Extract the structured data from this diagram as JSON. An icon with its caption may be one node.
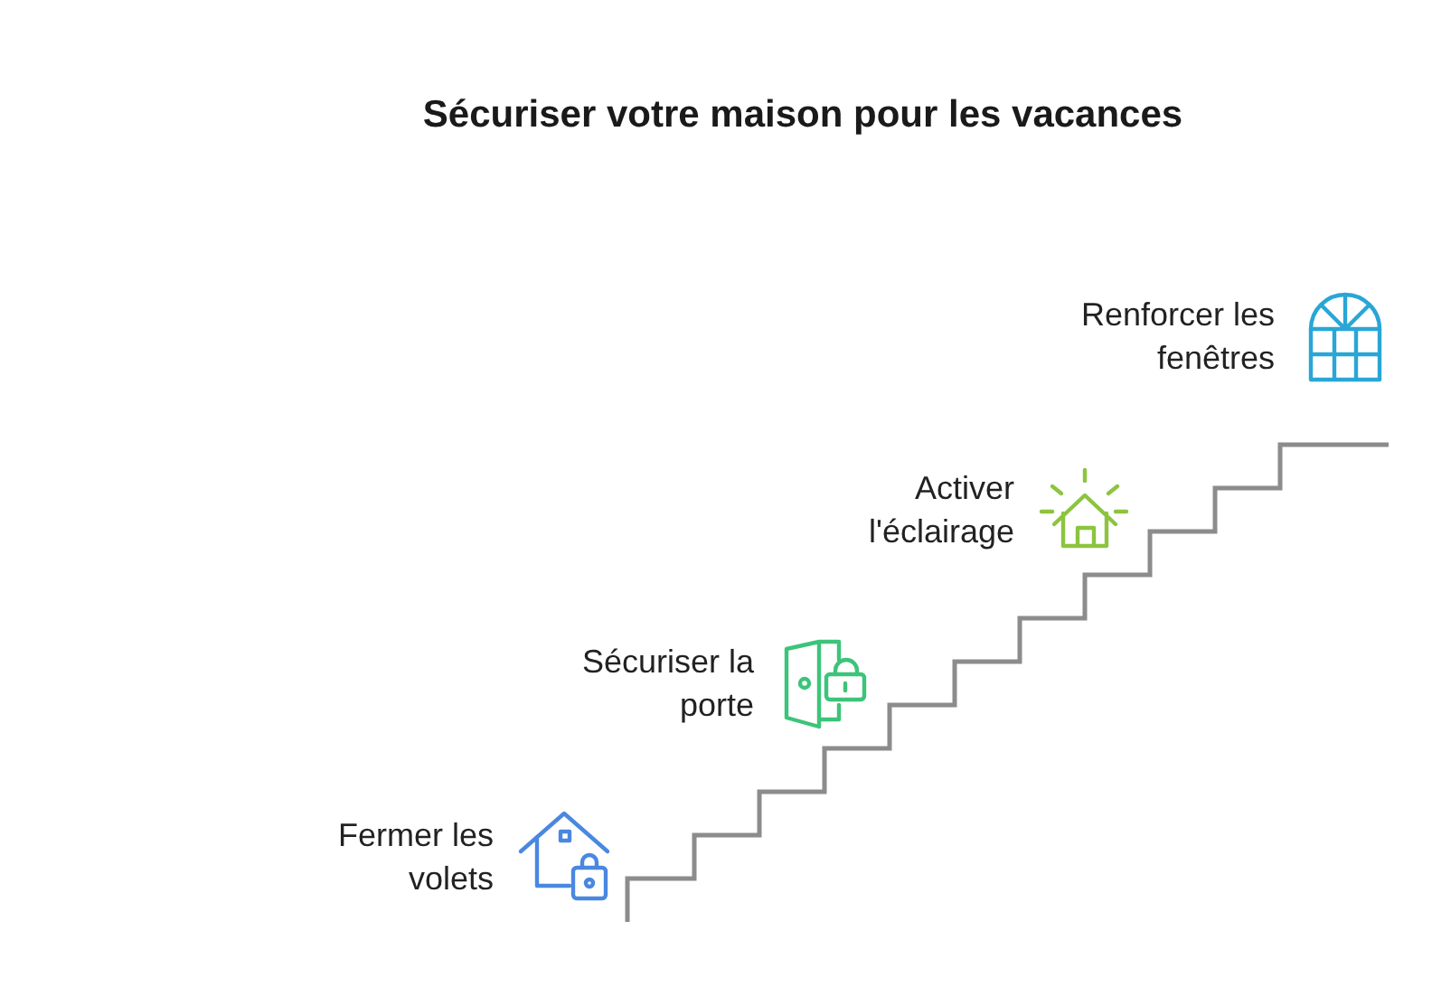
{
  "diagram": {
    "title": "Sécuriser votre maison pour les vacances",
    "labels": [
      "Renforcer les fenêtres",
      "Activer l'éclairage",
      "Sécuriser la porte",
      "Fermer les volets"
    ]
  }
}
